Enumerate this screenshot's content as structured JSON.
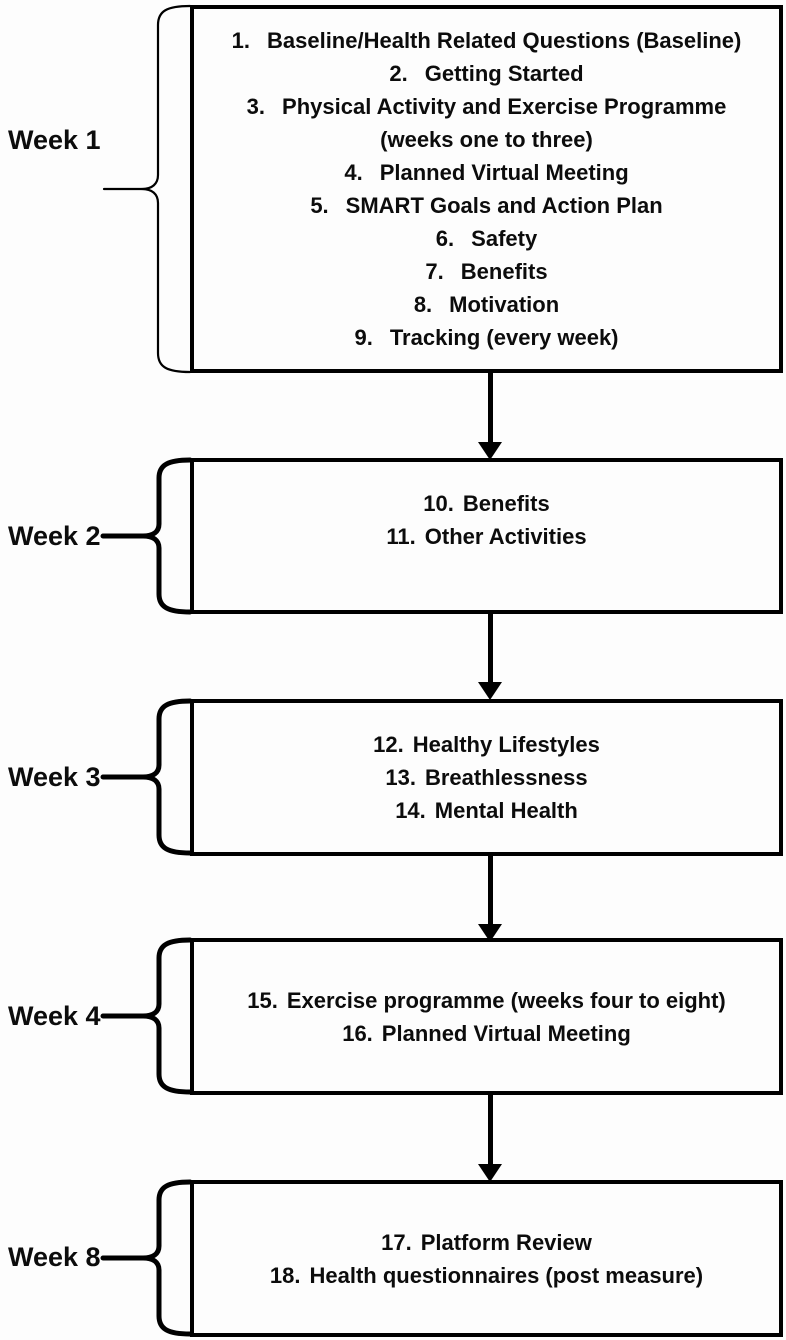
{
  "figure": {
    "weeks": [
      {
        "label": "Week 1",
        "items": [
          {
            "num": "1.",
            "text": "Baseline/Health Related Questions (Baseline)"
          },
          {
            "num": "2.",
            "text": "Getting Started"
          },
          {
            "num": "3.",
            "text": "Physical Activity and Exercise Programme"
          },
          {
            "num": "",
            "text": "(weeks one to three)"
          },
          {
            "num": "4.",
            "text": "Planned Virtual Meeting"
          },
          {
            "num": "5.",
            "text": "SMART Goals and Action Plan"
          },
          {
            "num": "6.",
            "text": "Safety"
          },
          {
            "num": "7.",
            "text": "Benefits"
          },
          {
            "num": "8.",
            "text": "Motivation"
          },
          {
            "num": "9.",
            "text": "Tracking (every week)"
          }
        ]
      },
      {
        "label": "Week 2",
        "items": [
          {
            "num": "10.",
            "text": "Benefits"
          },
          {
            "num": "11.",
            "text": "Other Activities"
          }
        ]
      },
      {
        "label": "Week 3",
        "items": [
          {
            "num": "12.",
            "text": "Healthy Lifestyles"
          },
          {
            "num": "13.",
            "text": "Breathlessness"
          },
          {
            "num": "14.",
            "text": "Mental Health"
          }
        ]
      },
      {
        "label": "Week 4",
        "items": [
          {
            "num": "15.",
            "text": "Exercise programme (weeks four to eight)"
          },
          {
            "num": "16.",
            "text": "Planned Virtual Meeting"
          }
        ]
      },
      {
        "label": "Week 8",
        "items": [
          {
            "num": "17.",
            "text": "Platform Review"
          },
          {
            "num": "18.",
            "text": "Health questionnaires (post measure)"
          }
        ]
      }
    ],
    "colors": {
      "line": "#000000",
      "text": "#0d0d0d",
      "background": "#fdfdfd"
    }
  }
}
